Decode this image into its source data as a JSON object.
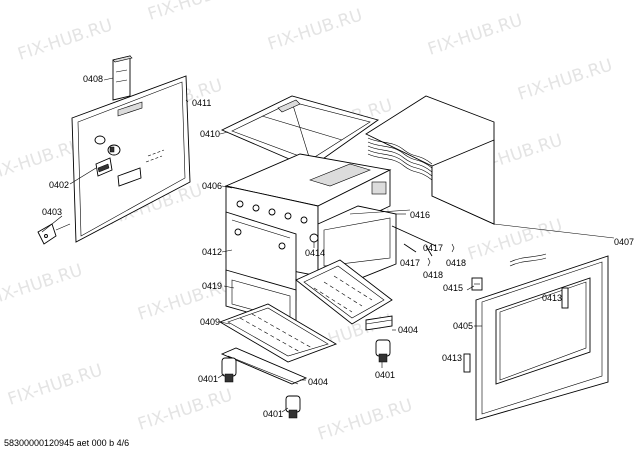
{
  "watermark": "FIX-HUB.RU",
  "footer": {
    "document_id": "5830000012094​5 aet 000 b 4/6"
  },
  "labels": [
    {
      "id": "p0408a",
      "text": "0408"
    },
    {
      "id": "p0411",
      "text": "0411"
    },
    {
      "id": "p0410",
      "text": "0410"
    },
    {
      "id": "p0402",
      "text": "0402"
    },
    {
      "id": "p0406",
      "text": "0406"
    },
    {
      "id": "p0403",
      "text": "0403"
    },
    {
      "id": "p0416",
      "text": "0416"
    },
    {
      "id": "p0412",
      "text": "0412"
    },
    {
      "id": "p0414",
      "text": "0414"
    },
    {
      "id": "p0417a",
      "text": "0417"
    },
    {
      "id": "p0418a",
      "text": "0418"
    },
    {
      "id": "p0417b",
      "text": "0417"
    },
    {
      "id": "p0418b",
      "text": "0418"
    },
    {
      "id": "p0407",
      "text": "0407"
    },
    {
      "id": "p0419",
      "text": "0419"
    },
    {
      "id": "p0415",
      "text": "0415"
    },
    {
      "id": "p0413a",
      "text": "0413"
    },
    {
      "id": "p0409",
      "text": "0409"
    },
    {
      "id": "p0404a",
      "text": "0404"
    },
    {
      "id": "p0405",
      "text": "0405"
    },
    {
      "id": "p0413b",
      "text": "0413"
    },
    {
      "id": "p0401a",
      "text": "0401"
    },
    {
      "id": "p0404b",
      "text": "0404"
    },
    {
      "id": "p0401b",
      "text": "0401"
    },
    {
      "id": "p0401c",
      "text": "0401"
    }
  ]
}
